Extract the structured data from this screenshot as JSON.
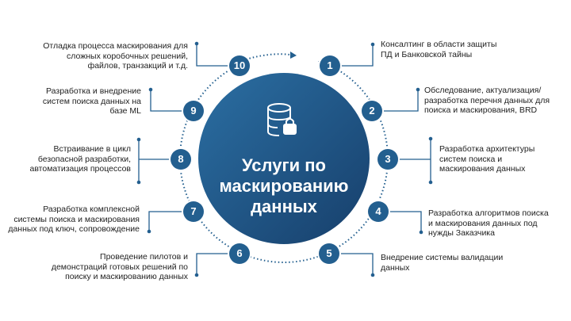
{
  "title": "Услуги по маскированию данных",
  "center_icon": "database-lock-icon",
  "colors": {
    "primary": "#235f8f",
    "dark": "#1a4a78"
  },
  "items": [
    {
      "num": "1",
      "text": "Консалтинг в области защиты ПД и Банковской тайны"
    },
    {
      "num": "2",
      "text": "Обследование, актуализация/разработка перечня данных для поиска и маскирования, BRD"
    },
    {
      "num": "3",
      "text": "Разработка архитектуры систем поиска и маскирования данных"
    },
    {
      "num": "4",
      "text": "Разработка алгоритмов поиска и маскирования данных под нужды Заказчика"
    },
    {
      "num": "5",
      "text": "Внедрение системы валидации данных"
    },
    {
      "num": "6",
      "text": "Проведение пилотов и демонстраций готовых решений по поиску и маскированию данных"
    },
    {
      "num": "7",
      "text": "Разработка комплексной системы поиска и маскирования данных под ключ, сопровождение"
    },
    {
      "num": "8",
      "text": "Встраивание в цикл безопасной разработки, автоматизация процессов"
    },
    {
      "num": "9",
      "text": "Разработка и внедрение систем поиска данных на базе ML"
    },
    {
      "num": "10",
      "text": "Отладка процесса маскирования для сложных коробочных решений, файлов, транзакций и т.д."
    }
  ]
}
